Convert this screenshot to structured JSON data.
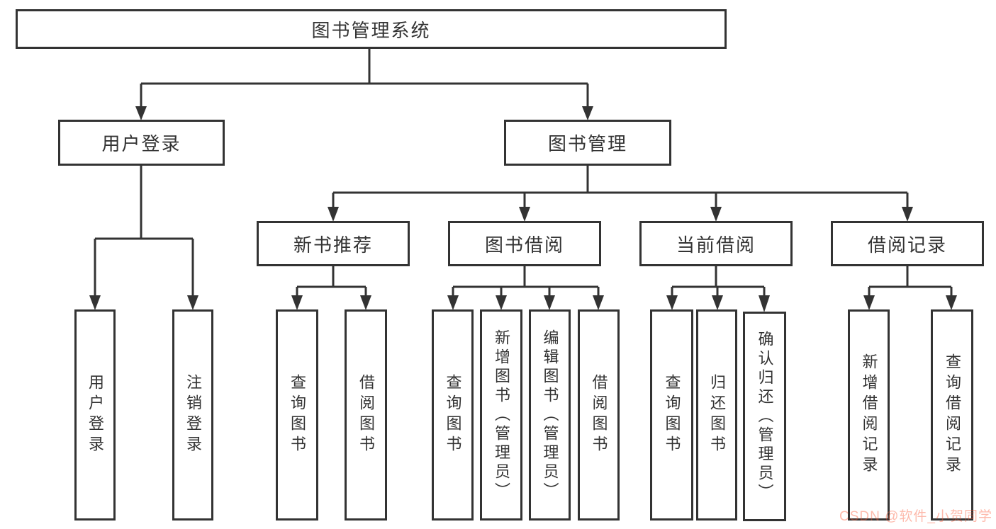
{
  "tree": {
    "root": "图书管理系统",
    "children": [
      {
        "label": "用户登录",
        "children": [
          "用户登录",
          "注销登录"
        ]
      },
      {
        "label": "图书管理",
        "children": [
          {
            "label": "新书推荐",
            "children": [
              "查询图书",
              "借阅图书"
            ]
          },
          {
            "label": "图书借阅",
            "children": [
              "查询图书",
              "新增图书（管理员）",
              "编辑图书（管理员）",
              "借阅图书"
            ]
          },
          {
            "label": "当前借阅",
            "children": [
              "查询图书",
              "归还图书",
              "确认归还（管理员）"
            ]
          },
          {
            "label": "借阅记录",
            "children": [
              "新增借阅记录",
              "查询借阅记录"
            ]
          }
        ]
      }
    ]
  },
  "watermark": {
    "text": "CSDN @软件_小贺同学",
    "color": "#fc5531"
  },
  "colors": {
    "line": "#333333",
    "text": "#333333",
    "background": "#ffffff"
  }
}
